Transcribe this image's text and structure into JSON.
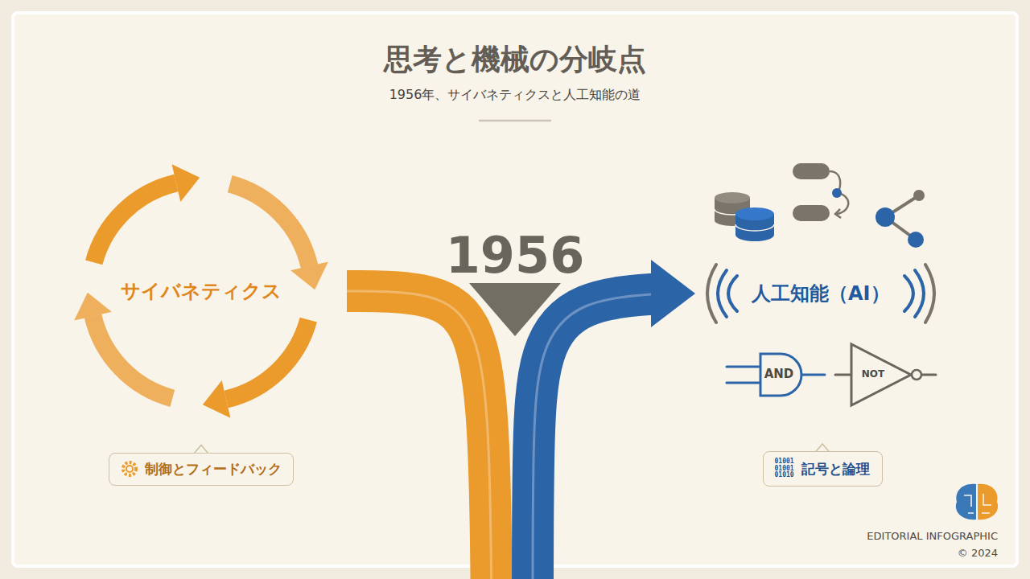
{
  "diagram": {
    "title": "思考と機械の分岐点",
    "nodes": [
      {
        "text": [
          "サイバネティクス"
        ]
      },
      {
        "text": [
          "制御とフィードバック"
        ]
      },
      {
        "text": [
          "人工知能（AI）"
        ]
      },
      {
        "text": [
          "記号と論理"
        ]
      }
    ],
    "edges": [
      {
        "from": 0,
        "to": 2,
        "arrow": "to"
      }
    ],
    "labels": [
      "1956年、サイバネティクスと人工知能の道",
      "1956",
      "AND",
      "NOT",
      "01001 01001 01010",
      "EDITORIAL INFOGRAPHIC",
      "© 2024"
    ]
  }
}
